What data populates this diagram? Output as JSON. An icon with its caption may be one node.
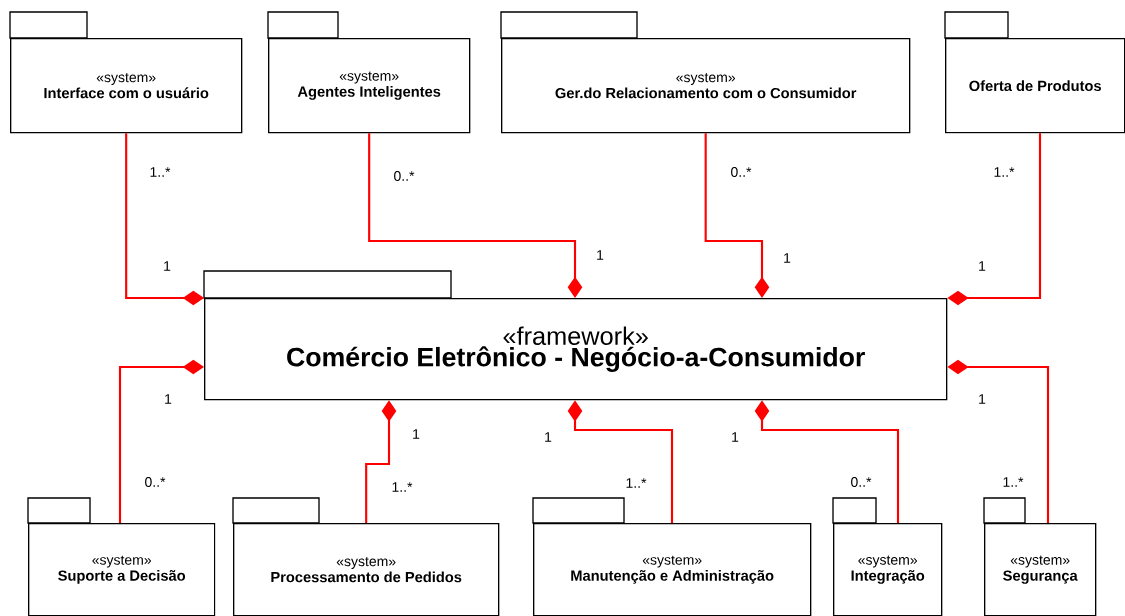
{
  "diagram": {
    "nodes": [
      {
        "text": [
          "«system»",
          "Interface com o usuário"
        ]
      },
      {
        "text": [
          "«system»",
          "Agentes Inteligentes"
        ]
      },
      {
        "text": [
          "«system»",
          "Ger.do Relacionamento com o Consumidor"
        ]
      },
      {
        "text": [
          "Oferta de Produtos"
        ]
      },
      {
        "text": [
          "«framework»",
          "Comércio Eletrônico - Negócio-a-Consumidor"
        ]
      },
      {
        "text": [
          "«system»",
          "Suporte a Decisão"
        ]
      },
      {
        "text": [
          "«system»",
          "Processamento de Pedidos"
        ]
      },
      {
        "text": [
          "«system»",
          "Manutenção e Administração"
        ]
      },
      {
        "text": [
          "«system»",
          "Integração"
        ]
      },
      {
        "text": [
          "«system»",
          "Segurança"
        ]
      }
    ],
    "edges": [
      {
        "from": 0,
        "to": 4,
        "arrow": "other"
      },
      {
        "from": 1,
        "to": 4,
        "arrow": "other"
      },
      {
        "from": 2,
        "to": 4,
        "arrow": "other"
      },
      {
        "from": 3,
        "to": 4,
        "arrow": "other"
      },
      {
        "from": 5,
        "to": 4,
        "arrow": "other"
      },
      {
        "from": 6,
        "to": 4,
        "arrow": "other"
      },
      {
        "from": 7,
        "to": 4,
        "arrow": "other"
      },
      {
        "from": 8,
        "to": 4,
        "arrow": "other"
      },
      {
        "from": 9,
        "to": 4,
        "arrow": "other"
      }
    ],
    "labels": [
      "1..*",
      "0..*",
      "0..*",
      "1..*",
      "1",
      "1",
      "1",
      "1",
      "1",
      "1",
      "1",
      "1",
      "1",
      "0..*",
      "1..*",
      "1..*",
      "0..*",
      "1..*"
    ]
  }
}
